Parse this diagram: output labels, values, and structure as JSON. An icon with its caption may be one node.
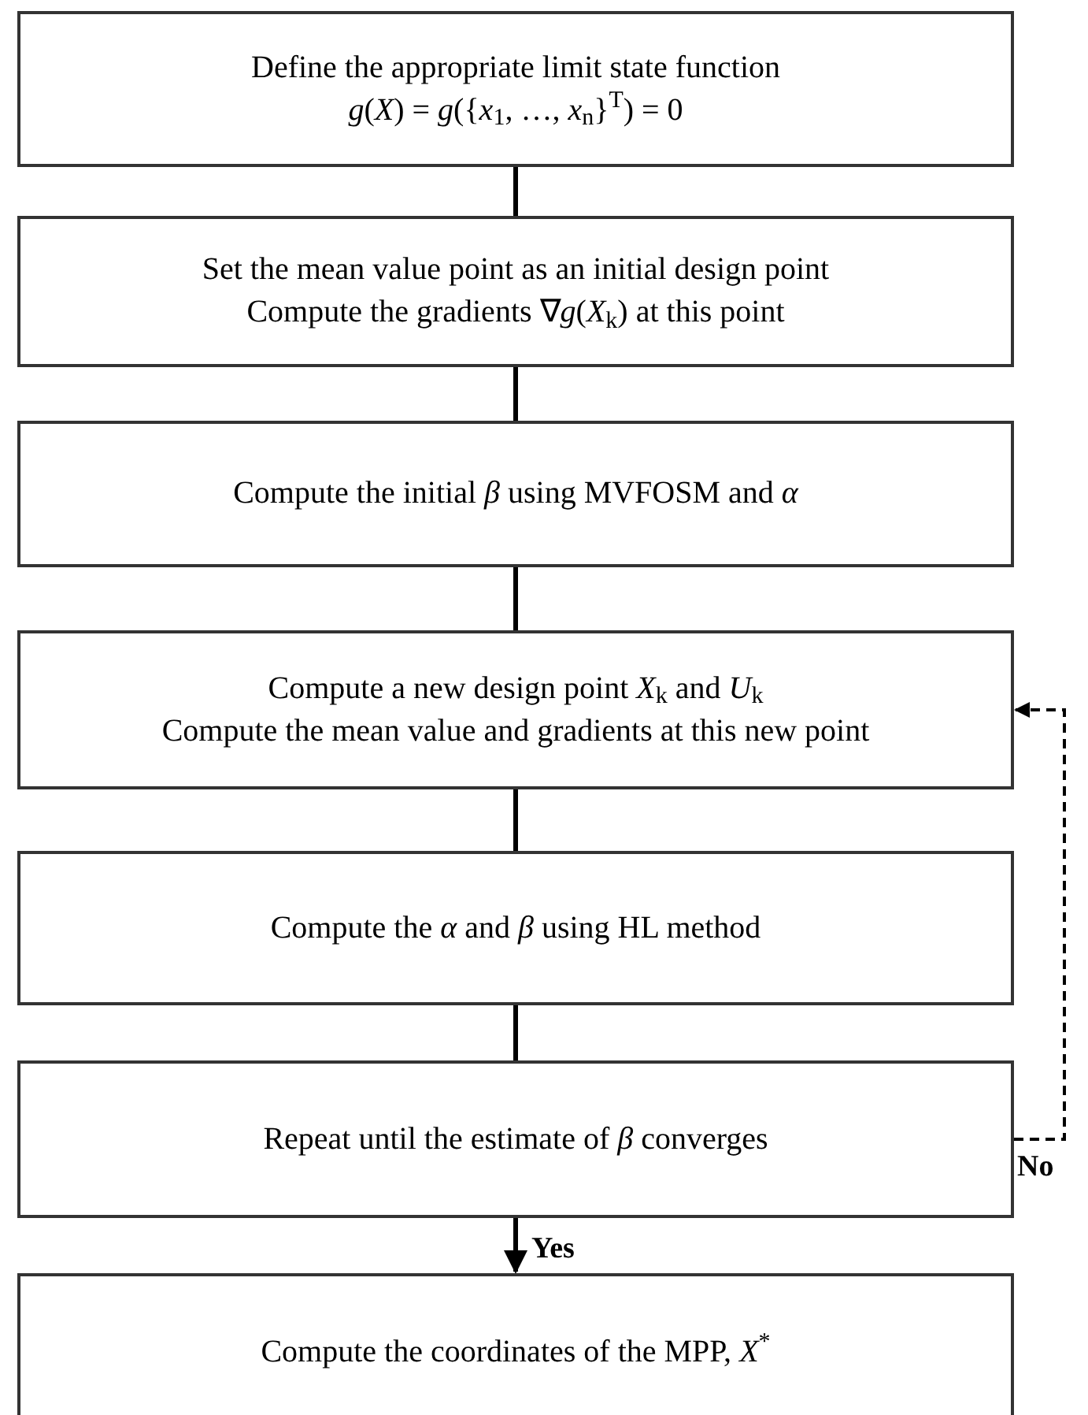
{
  "diagram": {
    "nodes": [
      {
        "text": [
          "Define the appropriate limit state function",
          "*g*(*X*) = *g*({*x*$_{1}$, …, *x*$_{n}$}$^{T}$) = 0"
        ]
      },
      {
        "text": [
          "Set the mean value point as an initial design point",
          "Compute the gradients ∇*g*(*X*$_{k}$) at this point"
        ]
      },
      {
        "text": [
          "Compute the initial *β* using MVFOSM and *α*"
        ]
      },
      {
        "text": [
          "Compute a new design point *X*$_{k}$ and *U*$_{k}$",
          "Compute the mean value and gradients at this new point"
        ]
      },
      {
        "text": [
          "Compute the *α* and *β* using HL method"
        ]
      },
      {
        "text": [
          "Repeat until the estimate of *β* converges"
        ]
      },
      {
        "text": [
          "Compute the coordinates of the MPP, *X*$^{*}$"
        ]
      }
    ],
    "edges": [
      {
        "from": 0,
        "to": 1,
        "arrow": "none"
      },
      {
        "from": 1,
        "to": 2,
        "arrow": "none"
      },
      {
        "from": 2,
        "to": 3,
        "arrow": "none"
      },
      {
        "from": 3,
        "to": 4,
        "arrow": "none"
      },
      {
        "from": 4,
        "to": 5,
        "arrow": "none"
      },
      {
        "from": 5,
        "to": 6,
        "arrow": "to",
        "label": "Yes"
      },
      {
        "from": 5,
        "to": 3,
        "arrow": "to",
        "label": "No",
        "style": "dashed"
      }
    ]
  }
}
